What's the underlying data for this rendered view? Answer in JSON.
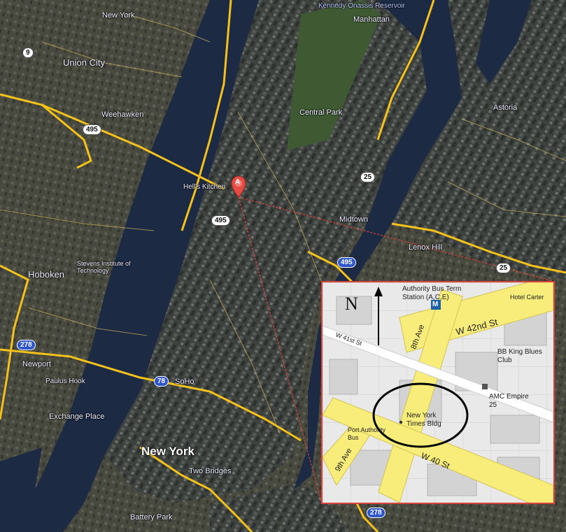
{
  "map": {
    "labels": [
      {
        "id": "new-york-top",
        "text": "New York"
      },
      {
        "id": "union-city",
        "text": "Union City"
      },
      {
        "id": "weehawken",
        "text": "Weehawken"
      },
      {
        "id": "manhattan",
        "text": "Manhattan"
      },
      {
        "id": "central-park",
        "text": "Central Park"
      },
      {
        "id": "kennedy-onassis",
        "text": "Kennedy Onassis Reservoir"
      },
      {
        "id": "astoria",
        "text": "Astoria"
      },
      {
        "id": "hoboken",
        "text": "Hoboken"
      },
      {
        "id": "stevens",
        "text": "Stevens Institute of Technology"
      },
      {
        "id": "newport",
        "text": "Newport"
      },
      {
        "id": "exchange-place",
        "text": "Exchange Place"
      },
      {
        "id": "new-york-main",
        "text": "New York"
      },
      {
        "id": "two-bridges",
        "text": "Two Bridges"
      },
      {
        "id": "battery-park",
        "text": "Battery Park"
      },
      {
        "id": "paulus-hook",
        "text": "Paulus Hook"
      },
      {
        "id": "midtown",
        "text": "Midtown"
      },
      {
        "id": "lenox-hill",
        "text": "Lenox Hill"
      },
      {
        "id": "hells-kitchen",
        "text": "Hell's Kitchen"
      },
      {
        "id": "soho",
        "text": "SoHo"
      }
    ],
    "shields": [
      {
        "id": "s9",
        "text": "9",
        "style": "white"
      },
      {
        "id": "s495a",
        "text": "495",
        "style": "white"
      },
      {
        "id": "s495b",
        "text": "495",
        "style": "white"
      },
      {
        "id": "s25",
        "text": "25",
        "style": "white"
      },
      {
        "id": "s25b",
        "text": "25",
        "style": "white"
      },
      {
        "id": "s278a",
        "text": "278",
        "style": "blue"
      },
      {
        "id": "s278b",
        "text": "278",
        "style": "blue"
      },
      {
        "id": "s78",
        "text": "78",
        "style": "blue"
      },
      {
        "id": "s495c",
        "text": "495",
        "style": "blue"
      }
    ],
    "marker_letter": "A"
  },
  "inset": {
    "north_label": "N",
    "streets": {
      "w42": "W 42nd St",
      "w41": "W 41st St",
      "w40": "W 40 St",
      "ave8": "8th Ave",
      "ave9": "9th Ave"
    },
    "places": {
      "bus_terminal": "Authority Bus Term Station (A,C,E)",
      "bus_terminal_m": "M",
      "nyt": "New York Times Bldg",
      "bb_king": "BB King Blues Club",
      "amc": "AMC Empire 25",
      "port_authority": "Port Authority Bus",
      "hotel": "Hotel Carter"
    }
  },
  "colors": {
    "highway": "#f5c21b",
    "route_line": "#d9433b",
    "water": "#1d2a44",
    "land": "#3a3d3a",
    "inset_road": "#f8ec7a"
  }
}
